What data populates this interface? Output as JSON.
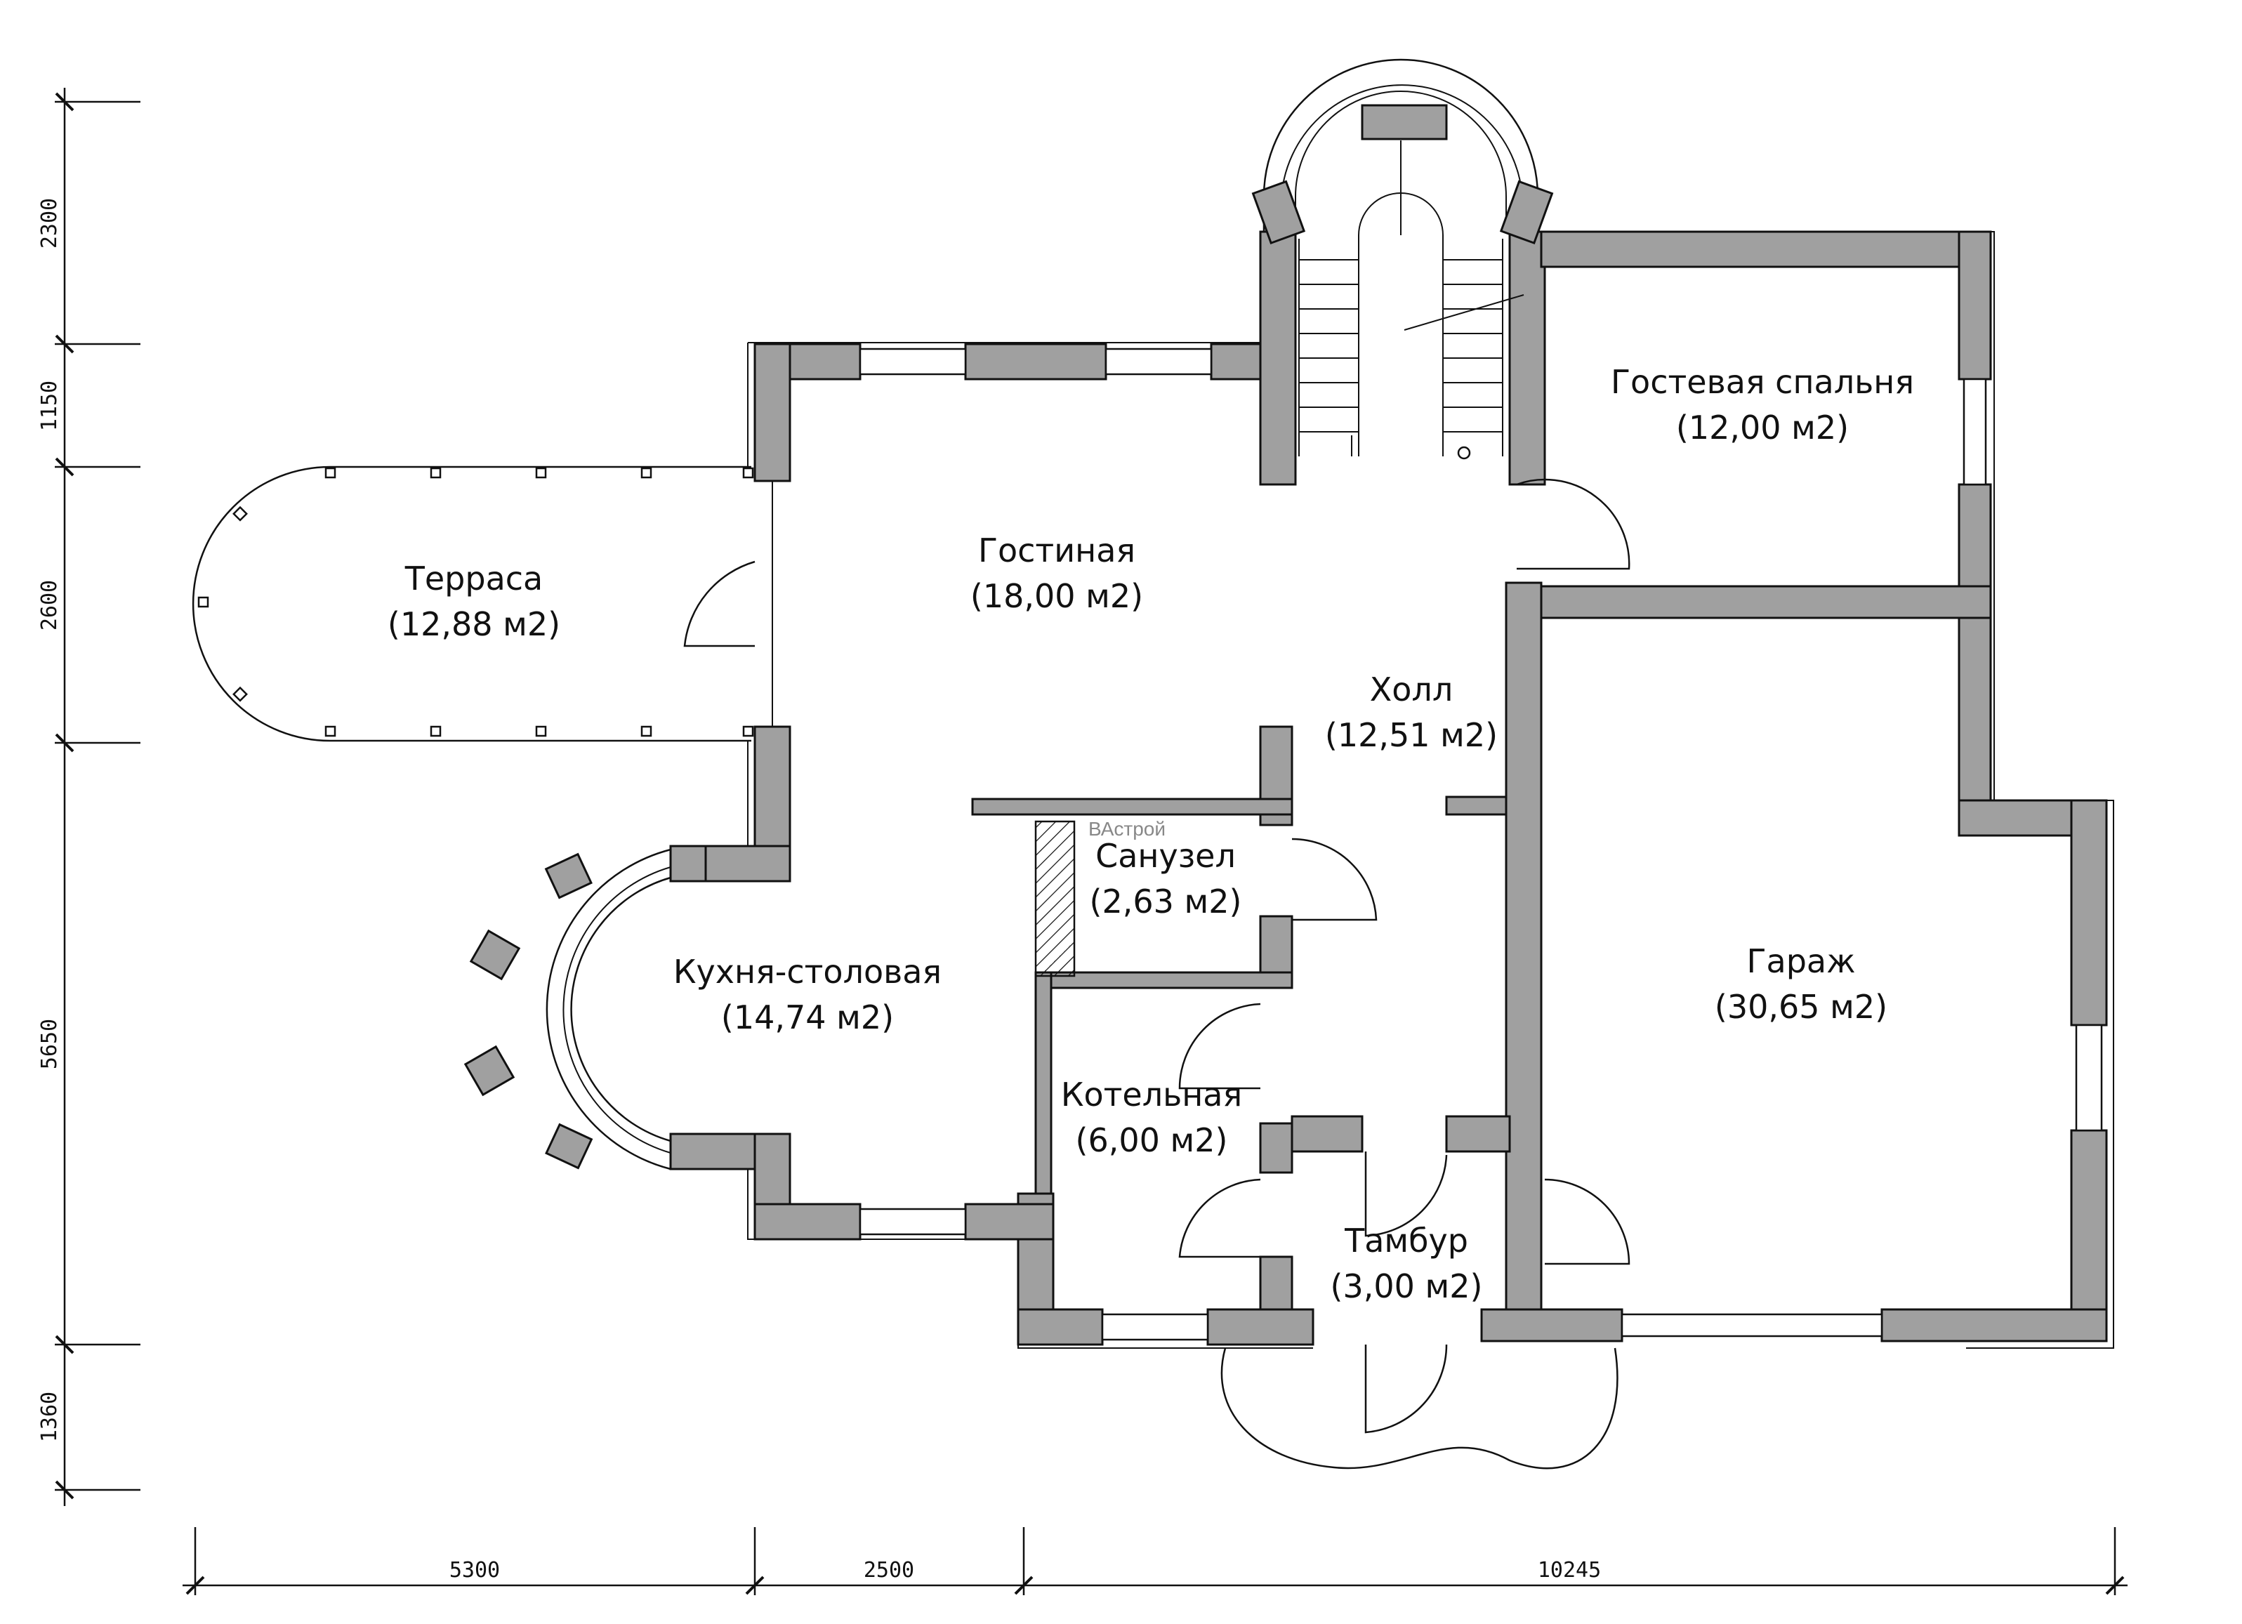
{
  "rooms": {
    "terrace": {
      "name": "Терраса",
      "area": "(12,88 м2)"
    },
    "living": {
      "name": "Гостиная",
      "area": "(18,00 м2)"
    },
    "guest_bedroom": {
      "name": "Гостевая спальня",
      "area": "(12,00 м2)"
    },
    "hall": {
      "name": "Холл",
      "area": "(12,51 м2)"
    },
    "bathroom": {
      "name": "Санузел",
      "area": "(2,63 м2)"
    },
    "kitchen": {
      "name": "Кухня-столовая",
      "area": "(14,74 м2)"
    },
    "garage": {
      "name": "Гараж",
      "area": "(30,65 м2)"
    },
    "boiler": {
      "name": "Котельная",
      "area": "(6,00 м2)"
    },
    "vestibule": {
      "name": "Тамбур",
      "area": "(3,00 м2)"
    }
  },
  "dimensions": {
    "vertical": [
      "2300",
      "1150",
      "2600",
      "5650",
      "1360"
    ],
    "horizontal": [
      "5300",
      "2500",
      "10245"
    ]
  },
  "watermark": {
    "text": "ВАстрой"
  },
  "colors": {
    "wall_fill": "#a0a0a0",
    "line": "#111111",
    "background": "#ffffff"
  }
}
